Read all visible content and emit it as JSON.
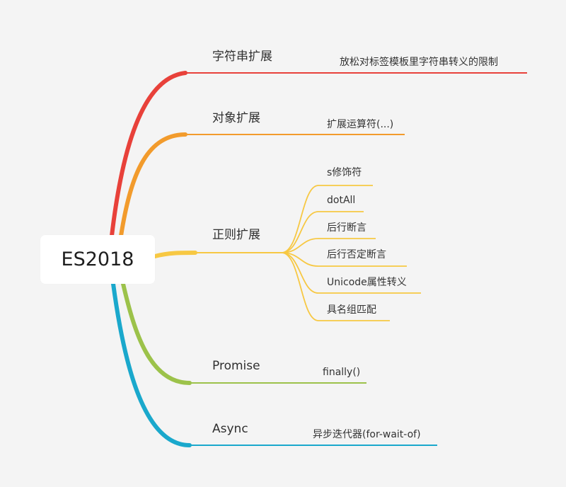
{
  "root": {
    "label": "ES2018"
  },
  "branches": [
    {
      "label": "字符串扩展",
      "color": "#e8413a",
      "children": [
        "放松对标签模板里字符串转义的限制"
      ]
    },
    {
      "label": "对象扩展",
      "color": "#f29b2c",
      "children": [
        "扩展运算符(...)"
      ]
    },
    {
      "label": "正则扩展",
      "color": "#f7c843",
      "children": [
        "s修饰符",
        "dotAll",
        "后行断言",
        "后行否定断言",
        "Unicode属性转义",
        "具名组匹配"
      ]
    },
    {
      "label": "Promise",
      "color": "#9cc24a",
      "children": [
        "finally()"
      ]
    },
    {
      "label": "Async",
      "color": "#1aa8cc",
      "children": [
        "异步迭代器(for-wait-of)"
      ]
    }
  ]
}
